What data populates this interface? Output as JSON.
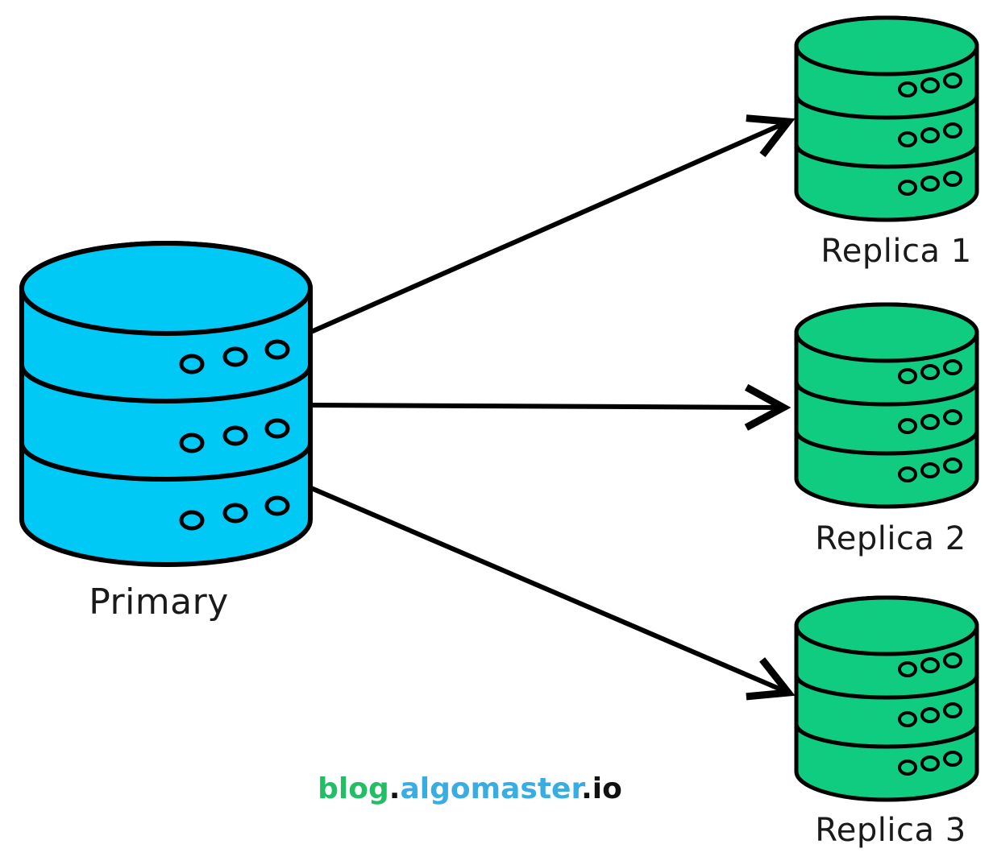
{
  "diagram": {
    "kind": "database-replication",
    "nodes": {
      "primary": {
        "label": "Primary",
        "role": "primary"
      },
      "replica1": {
        "label": "Replica 1",
        "role": "replica"
      },
      "replica2": {
        "label": "Replica 2",
        "role": "replica"
      },
      "replica3": {
        "label": "Replica 3",
        "role": "replica"
      }
    },
    "edges": [
      {
        "from": "Primary",
        "to": "Replica 1"
      },
      {
        "from": "Primary",
        "to": "Replica 2"
      },
      {
        "from": "Primary",
        "to": "Replica 3"
      }
    ]
  },
  "colors": {
    "primary_fill": "#00C9F5",
    "replica_fill": "#10CC81",
    "stroke": "#000000",
    "label": "#1a1a1a",
    "wm_green": "#22BE66",
    "wm_blue": "#38ADE3",
    "wm_dark": "#111111"
  },
  "watermark": {
    "part1": "blog",
    "dot1": ".",
    "part2": "algomaster",
    "dot2": ".",
    "part3": "io"
  }
}
